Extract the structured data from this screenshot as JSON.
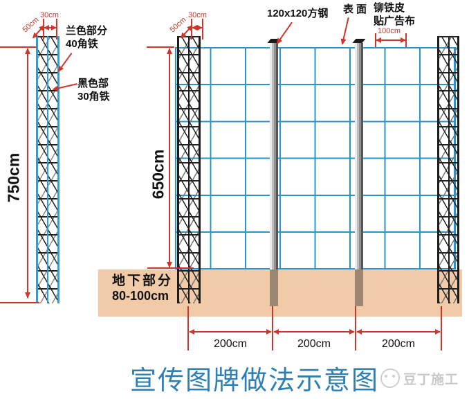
{
  "title": "宣传图牌做法示意图",
  "watermark": "豆丁施工",
  "colors": {
    "dimension_red": "#cf352b",
    "grid_blue": "#2397cd",
    "truss_rail_blue": "#2e9ed4",
    "ground_tan": "#f1cba8",
    "title_blue": "#2e7fb3",
    "watermark_gray": "#c8c8c8"
  },
  "left_tower": {
    "height_dim": "750cm",
    "depth_dim": "50cm",
    "width_dim": "30cm",
    "blue_part_label_line1": "兰色部分",
    "blue_part_label_line2": "40角铁",
    "black_part_label_line1": "黑色部",
    "black_part_label_line2": "30角铁"
  },
  "billboard": {
    "height_dim": "650cm",
    "depth_dim": "50cm",
    "width_dim": "30cm",
    "panel_width_dim": "100cm",
    "post_label": "120x120方钢",
    "surface_label": "表面",
    "cover_label_line1": "铆铁皮",
    "cover_label_line2": "贴广告布"
  },
  "ground": {
    "label_line1": "地下部分",
    "label_line2": "80-100cm"
  },
  "bottom_dims": [
    "200cm",
    "200cm",
    "200cm"
  ]
}
